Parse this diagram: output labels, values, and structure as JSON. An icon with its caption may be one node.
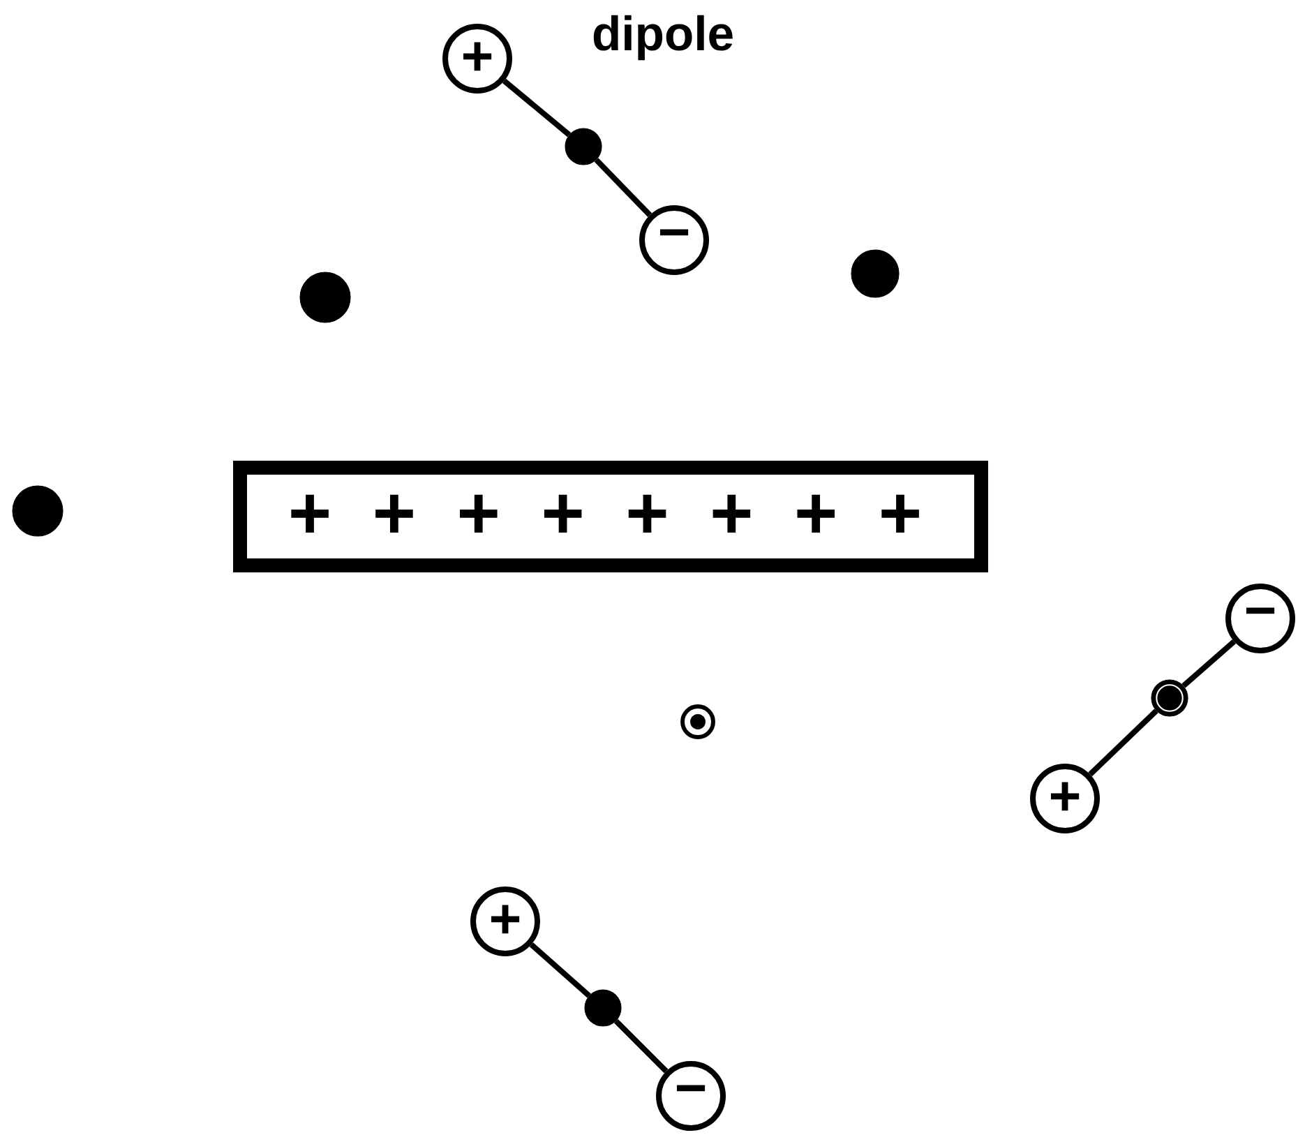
{
  "diagram": {
    "nodes": [
      {
        "text": [
          "+"
        ]
      },
      {
        "text": [],
        "shape": "circle"
      },
      {
        "text": [
          "−"
        ]
      },
      {
        "text": [],
        "shape": "circle"
      },
      {
        "text": [],
        "shape": "circle"
      },
      {
        "text": [],
        "shape": "circle"
      },
      {
        "text": [
          "+",
          "+",
          "+",
          "+",
          "+",
          "+",
          "+",
          "+"
        ]
      },
      {
        "text": [
          "−"
        ]
      },
      {
        "text": [],
        "shape": "circle"
      },
      {
        "text": [],
        "shape": "circle"
      },
      {
        "text": [
          "+"
        ]
      },
      {
        "text": [
          "+"
        ]
      },
      {
        "text": [],
        "shape": "circle"
      },
      {
        "text": [
          "−"
        ]
      }
    ],
    "edges": [
      {
        "from": 0,
        "to": 1,
        "arrow": "none"
      },
      {
        "from": 1,
        "to": 2,
        "arrow": "none"
      },
      {
        "from": 7,
        "to": 8,
        "arrow": "none"
      },
      {
        "from": 8,
        "to": 10,
        "arrow": "none"
      },
      {
        "from": 11,
        "to": 12,
        "arrow": "none"
      },
      {
        "from": 12,
        "to": 13,
        "arrow": "none"
      }
    ],
    "labels": [
      "dipole"
    ]
  }
}
